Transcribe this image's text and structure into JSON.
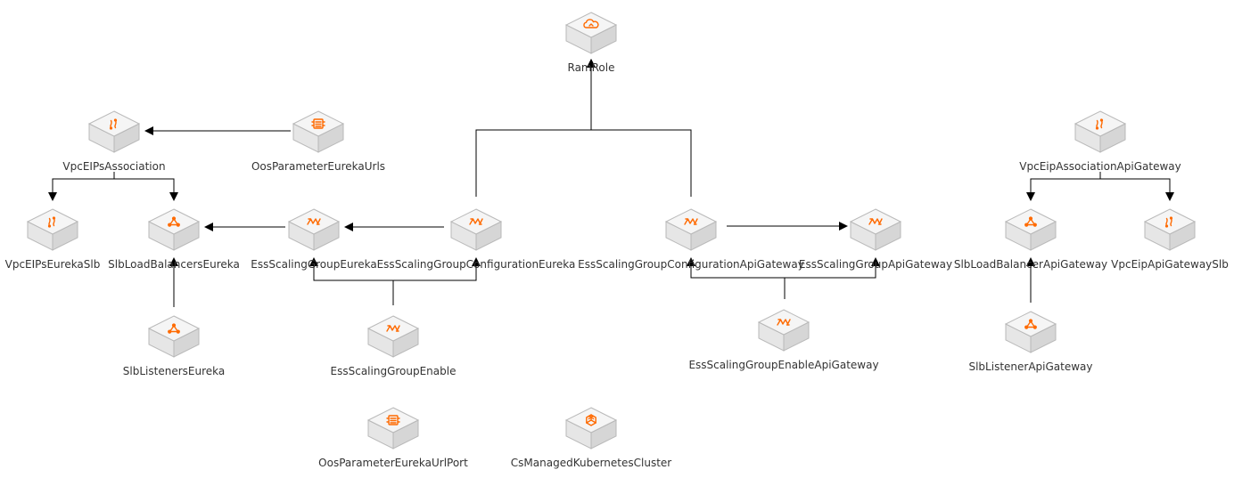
{
  "colors": {
    "edge": "#000000",
    "accent": "#ff6a00",
    "cube_top": "#f5f5f5",
    "cube_left": "#e6e6e6",
    "cube_right": "#d6d6d6",
    "cube_stroke": "#b8b8b8"
  },
  "nodes": {
    "ramrole": {
      "label": "RamRole",
      "icon": "cloud-icon"
    },
    "vpceipsassociation": {
      "label": "VpcEIPsAssociation",
      "icon": "eip-icon"
    },
    "oosparametereurekaurls": {
      "label": "OosParameterEurekaUrls",
      "icon": "oos-parameter-icon"
    },
    "vpceipseurekaslb": {
      "label": "VpcEIPsEurekaSlb",
      "icon": "eip-icon"
    },
    "slbloadbalancerseureka": {
      "label": "SlbLoadBalancersEureka",
      "icon": "slb-icon"
    },
    "essscalinggroupeureka": {
      "label": "EssScalingGroupEureka",
      "icon": "ess-icon"
    },
    "essscalinggroupconfigurationeureka": {
      "label": "EssScalingGroupConfigurationEureka",
      "icon": "ess-icon"
    },
    "essscalinggroupconfigurationapigateway": {
      "label": "EssScalingGroupConfigurationApiGateway",
      "icon": "ess-icon"
    },
    "essscalinggroupapigateway": {
      "label": "EssScalingGroupApiGateway",
      "icon": "ess-icon"
    },
    "vpceipassociationapigateway": {
      "label": "VpcEipAssociationApiGateway",
      "icon": "eip-icon"
    },
    "slbloadbalancerapigateway": {
      "label": "SlbLoadBalancerApiGateway",
      "icon": "slb-icon"
    },
    "vpceipapigatewayslb": {
      "label": "VpcEipApiGatewaySlb",
      "icon": "eip-icon"
    },
    "slblistenerseureka": {
      "label": "SlbListenersEureka",
      "icon": "slb-icon"
    },
    "essscalinggroupenable": {
      "label": "EssScalingGroupEnable",
      "icon": "ess-icon"
    },
    "essscalinggroupenableapigateway": {
      "label": "EssScalingGroupEnableApiGateway",
      "icon": "ess-icon"
    },
    "slblistenerapigateway": {
      "label": "SlbListenerApiGateway",
      "icon": "slb-icon"
    },
    "oosparametereurekaurlport": {
      "label": "OosParameterEurekaUrlPort",
      "icon": "oos-parameter-icon"
    },
    "csmanagedkubernetescluster": {
      "label": "CsManagedKubernetesCluster",
      "icon": "kubernetes-icon"
    }
  },
  "edges": [
    {
      "from": "oosparametereurekaurls",
      "to": "vpceipsassociation"
    },
    {
      "from": "vpceipsassociation",
      "to": "vpceipseurekaslb"
    },
    {
      "from": "vpceipsassociation",
      "to": "slbloadbalancerseureka"
    },
    {
      "from": "essscalinggroupeureka",
      "to": "slbloadbalancerseureka"
    },
    {
      "from": "slblistenerseureka",
      "to": "slbloadbalancerseureka"
    },
    {
      "from": "essscalinggroupconfigurationeureka",
      "to": "essscalinggroupeureka"
    },
    {
      "from": "essscalinggroupconfigurationeureka",
      "to": "ramrole"
    },
    {
      "from": "essscalinggroupconfigurationapigateway",
      "to": "ramrole"
    },
    {
      "from": "essscalinggroupenable",
      "to": "essscalinggroupeureka"
    },
    {
      "from": "essscalinggroupenable",
      "to": "essscalinggroupconfigurationeureka"
    },
    {
      "from": "essscalinggroupconfigurationapigateway",
      "to": "essscalinggroupapigateway"
    },
    {
      "from": "essscalinggroupenableapigateway",
      "to": "essscalinggroupconfigurationapigateway"
    },
    {
      "from": "essscalinggroupenableapigateway",
      "to": "essscalinggroupapigateway"
    },
    {
      "from": "vpceipassociationapigateway",
      "to": "slbloadbalancerapigateway"
    },
    {
      "from": "vpceipassociationapigateway",
      "to": "vpceipapigatewayslb"
    },
    {
      "from": "slblistenerapigateway",
      "to": "slbloadbalancerapigateway"
    }
  ]
}
